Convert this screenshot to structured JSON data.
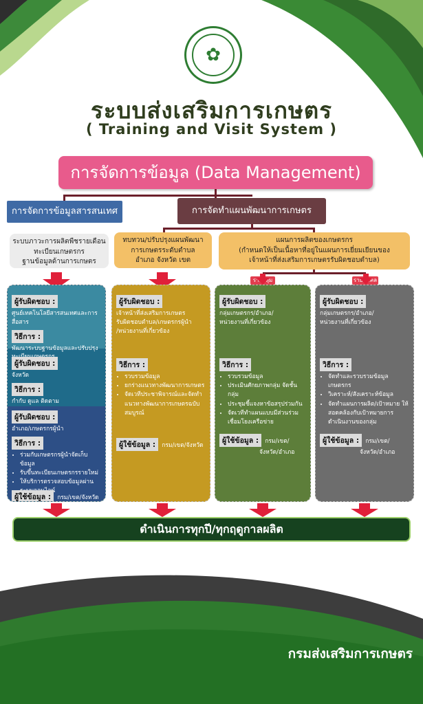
{
  "header": {
    "logo_icon": "dept-agri-extension-seal",
    "title_th": "ระบบส่งเสริมการเกษตร",
    "title_en": "( Training and Visit System )"
  },
  "data_management": "การจัดการข้อมูล (Data Management)",
  "branches": {
    "left": "การจัดการข้อมูลสารสนเทศ",
    "right": "การจัดทำแผนพัฒนาการเกษตร"
  },
  "sub_boxes": {
    "sub1": [
      "ระบบภาวะการผลิตพืชรายเดือน",
      "ทะเบียนเกษตรกร",
      "ฐานข้อมูลด้านการเกษตร"
    ],
    "sub2": [
      "ทบทวน/ปรับปรุงแผนพัฒนา",
      "การเกษตรระดับตำบล",
      "อำเภอ จังหวัด เขต"
    ],
    "sub3": [
      "แผนการผลิตของเกษตรกร",
      "(กำหนดให้เป็นเนื้อหาที่อยู่ในแผนการเยี่ยมเยียนของ",
      "เจ้าหน้าที่ส่งเสริมการเกษตรรับผิดชอบตำบล)"
    ]
  },
  "tags": {
    "group": "รายกลุ่ม",
    "individual": "รายบุคคล"
  },
  "labels": {
    "responsible": "ผู้รับผิดชอบ :",
    "method": "วิธีการ :",
    "users": "ผู้ใช้ข้อมูล :"
  },
  "col1": {
    "s1_resp": "ศูนย์เทคโนโลยีสารสนเทศและการสื่อสาร",
    "s1_method": [
      "พัฒนาระบบฐานข้อมูลและปรับปรุง",
      "ทะเบียนเกษตรกร"
    ],
    "s2_resp": "จังหวัด",
    "s2_method": "กำกับ ดูแล ติดตาม",
    "s3_resp": "อำเภอ/เกษตรกรผู้นำ",
    "s3_method": [
      "ร่วมกับเกษตรกรผู้นำจัดเก็บข้อมูล",
      "รับขึ้นทะเบียนเกษตรกรรายใหม่",
      "ให้บริการตรวจสอบข้อมูลผ่านระบบออนไลน์"
    ],
    "users": "กรม/เขต/จังหวัด"
  },
  "col2": {
    "resp": [
      "เจ้าหน้าที่ส่งเสริมการเกษตร",
      "รับผิดชอบตำบล/เกษตรกรผู้นำ",
      "/หน่วยงานที่เกี่ยวข้อง"
    ],
    "method": [
      "รวบรวมข้อมูล",
      "ยกร่างแนวทางพัฒนาการเกษตร",
      "จัดเวทีประชาพิจารณ์และจัดทำแนวทางพัฒนาการเกษตรฉบับสมบูรณ์"
    ],
    "users": "กรม/เขต/จังหวัด"
  },
  "col3": {
    "resp": [
      "กลุ่มเกษตรกร/อำเภอ/",
      "หน่วยงานที่เกี่ยวข้อง"
    ],
    "method": [
      "รวบรวมข้อมูล",
      "ประเมินศักยภาพกลุ่ม จัดชั้นกลุ่ม",
      "ประชุมชี้แจงหาข้อสรุปร่วมกัน",
      "จัดเวทีทำแผนแบบมีส่วนร่วม เชื่อมโยงเครือข่าย"
    ],
    "users": [
      "กรม/เขต/",
      "จังหวัด/อำเภอ"
    ]
  },
  "col4": {
    "resp": [
      "กลุ่มเกษตรกร/อำเภอ/",
      "หน่วยงานที่เกี่ยวข้อง"
    ],
    "method": [
      "จัดทำและรวบรวมข้อมูลเกษตรกร",
      "วิเคราะห์/สังเคราะห์ข้อมูล",
      "จัดทำแผนการผลิต/เป้าหมาย ให้สอดคล้องกับเป้าหมายการดำเนินงานของกลุ่ม"
    ],
    "users": [
      "กรม/เขต/",
      "จังหวัด/อำเภอ"
    ]
  },
  "final": "ดำเนินการทุกปี/ทุกฤดูกาลผลิต",
  "footer": "กรมส่งเสริมการเกษตร",
  "colors": {
    "pink": "#e85b8c",
    "green_dark": "#16421f",
    "arrow": "#e0203a",
    "blue": "#3f6aa5",
    "brown": "#6a3d42"
  }
}
